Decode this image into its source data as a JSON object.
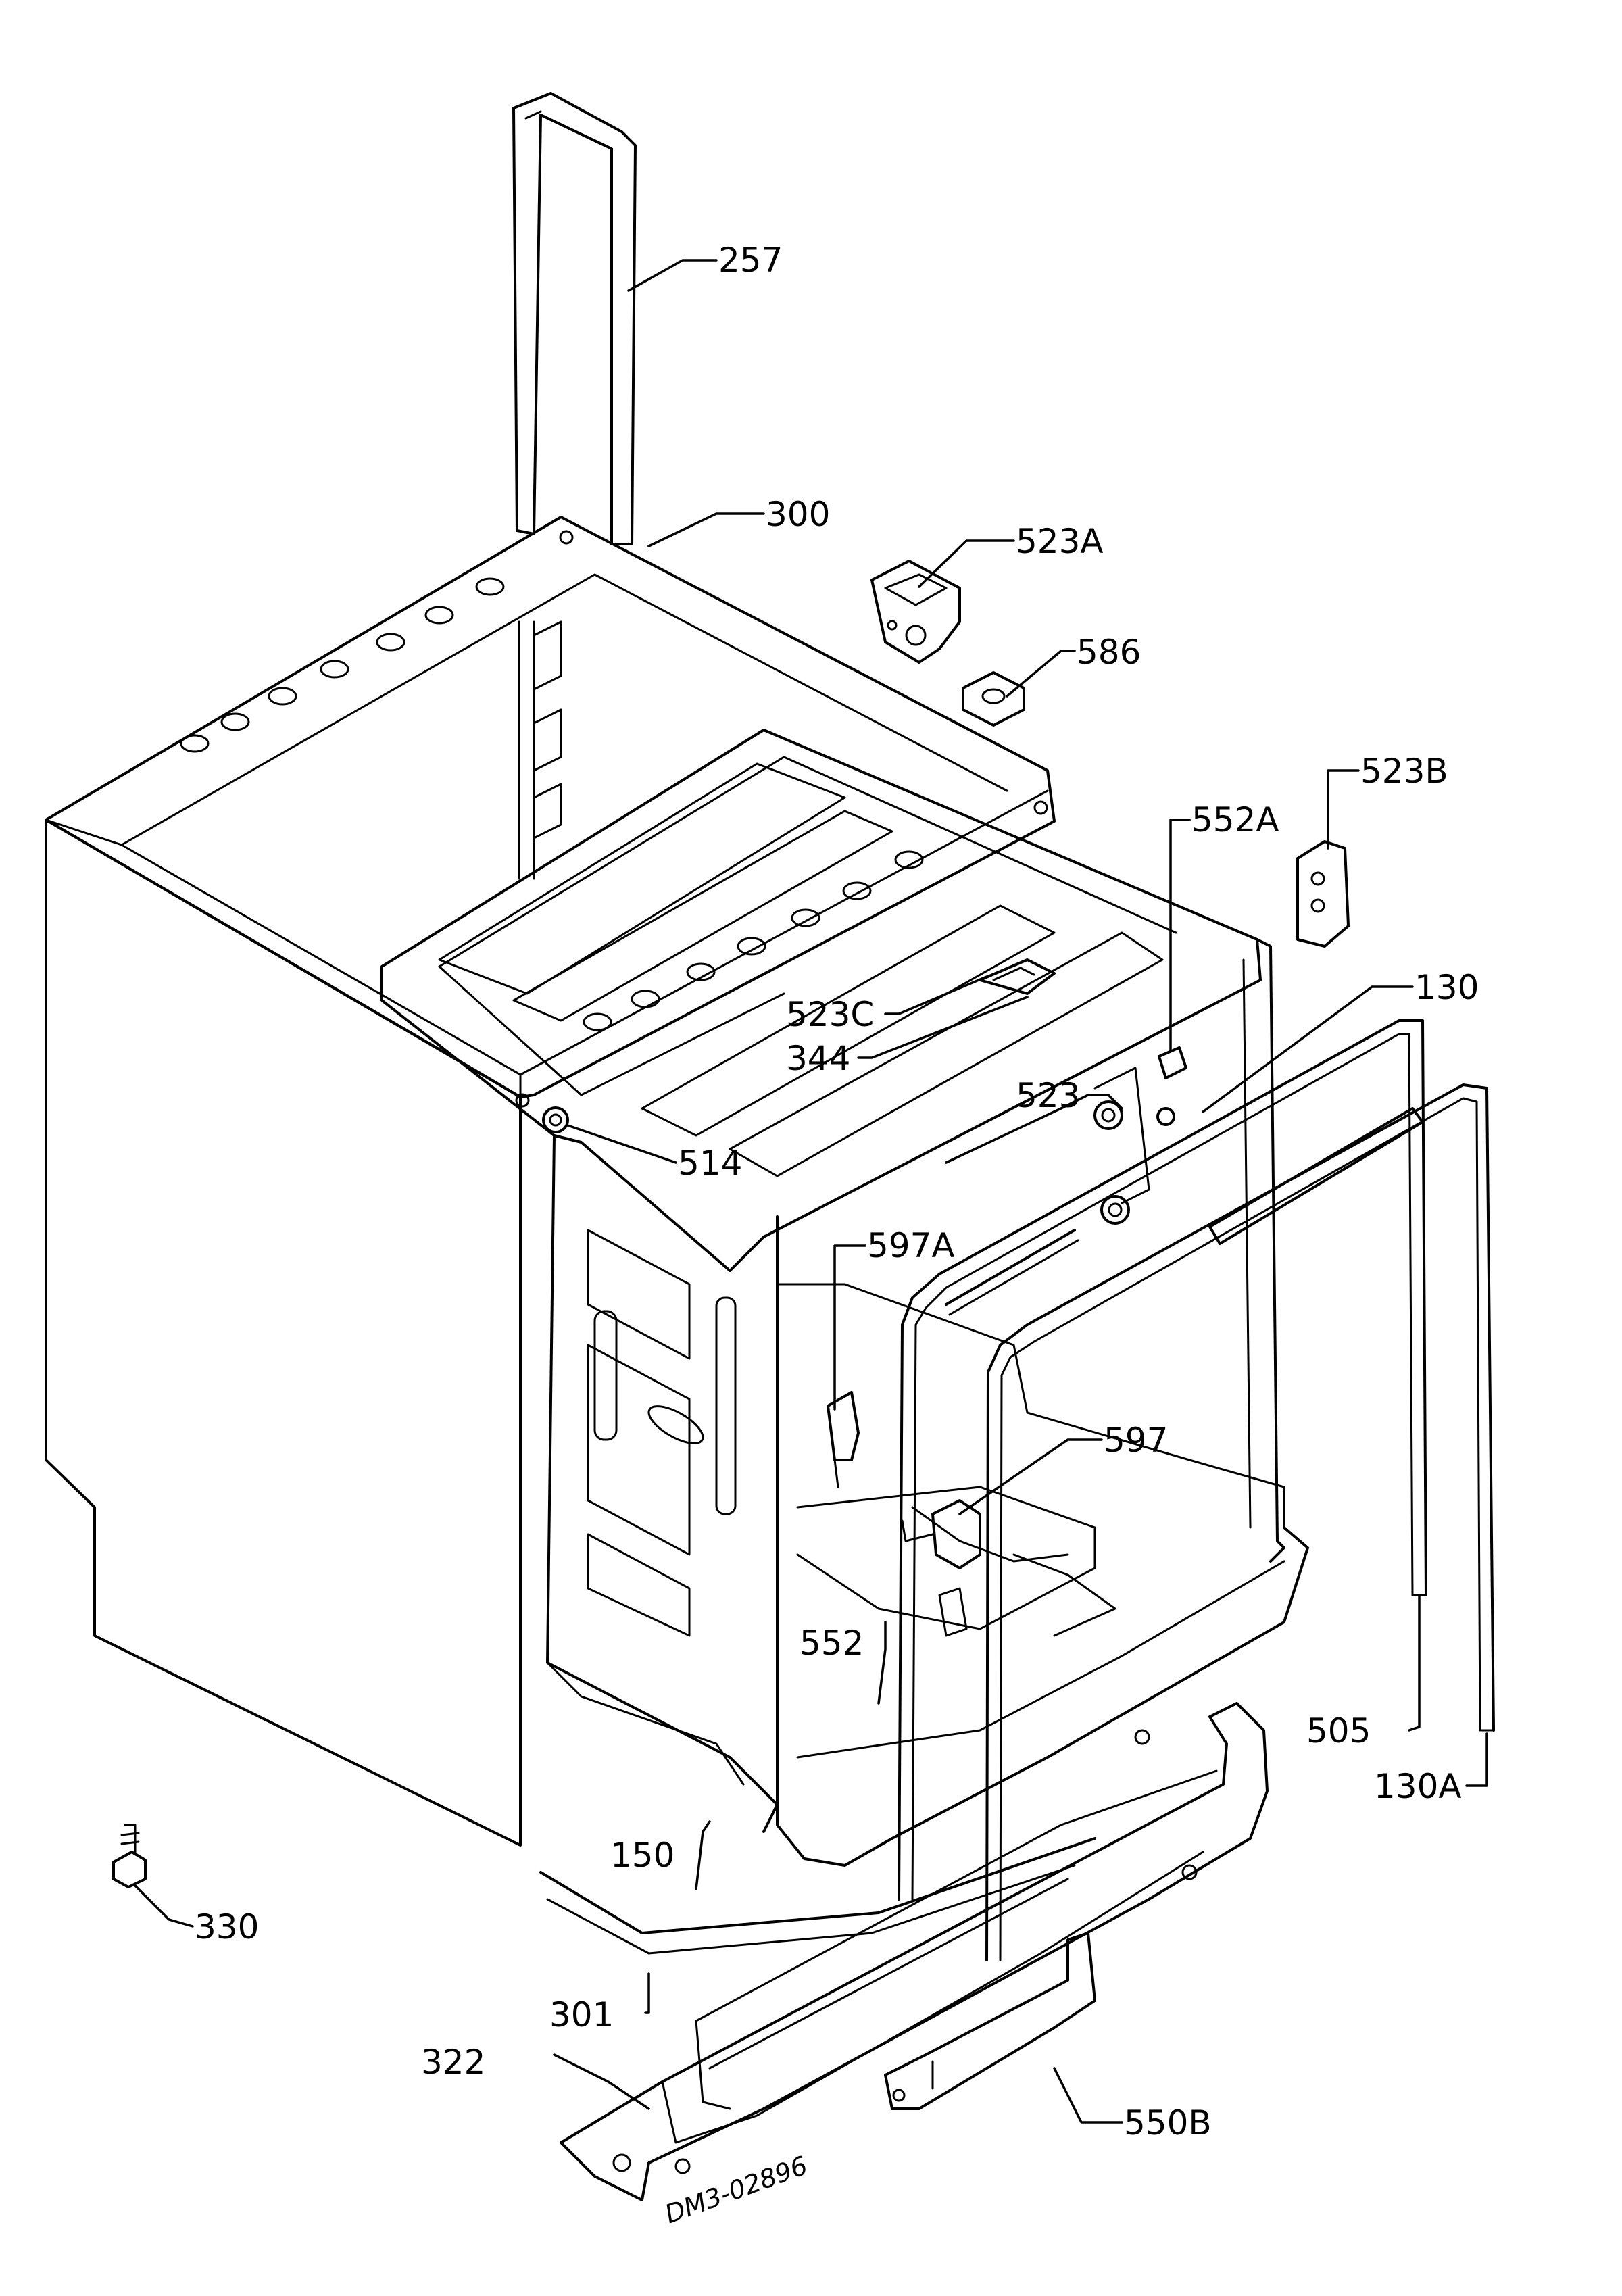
{
  "diagram": {
    "drawing_code": "DM3-02896",
    "labels": {
      "p257": "257",
      "p300": "300",
      "p523A": "523A",
      "p586": "586",
      "p523B": "523B",
      "p552A": "552A",
      "p130": "130",
      "p523C": "523C",
      "p344": "344",
      "p523": "523",
      "p514": "514",
      "p597A": "597A",
      "p597": "597",
      "p552": "552",
      "p505": "505",
      "p130A": "130A",
      "p150": "150",
      "p330": "330",
      "p301": "301",
      "p322": "322",
      "p550B": "550B"
    }
  }
}
